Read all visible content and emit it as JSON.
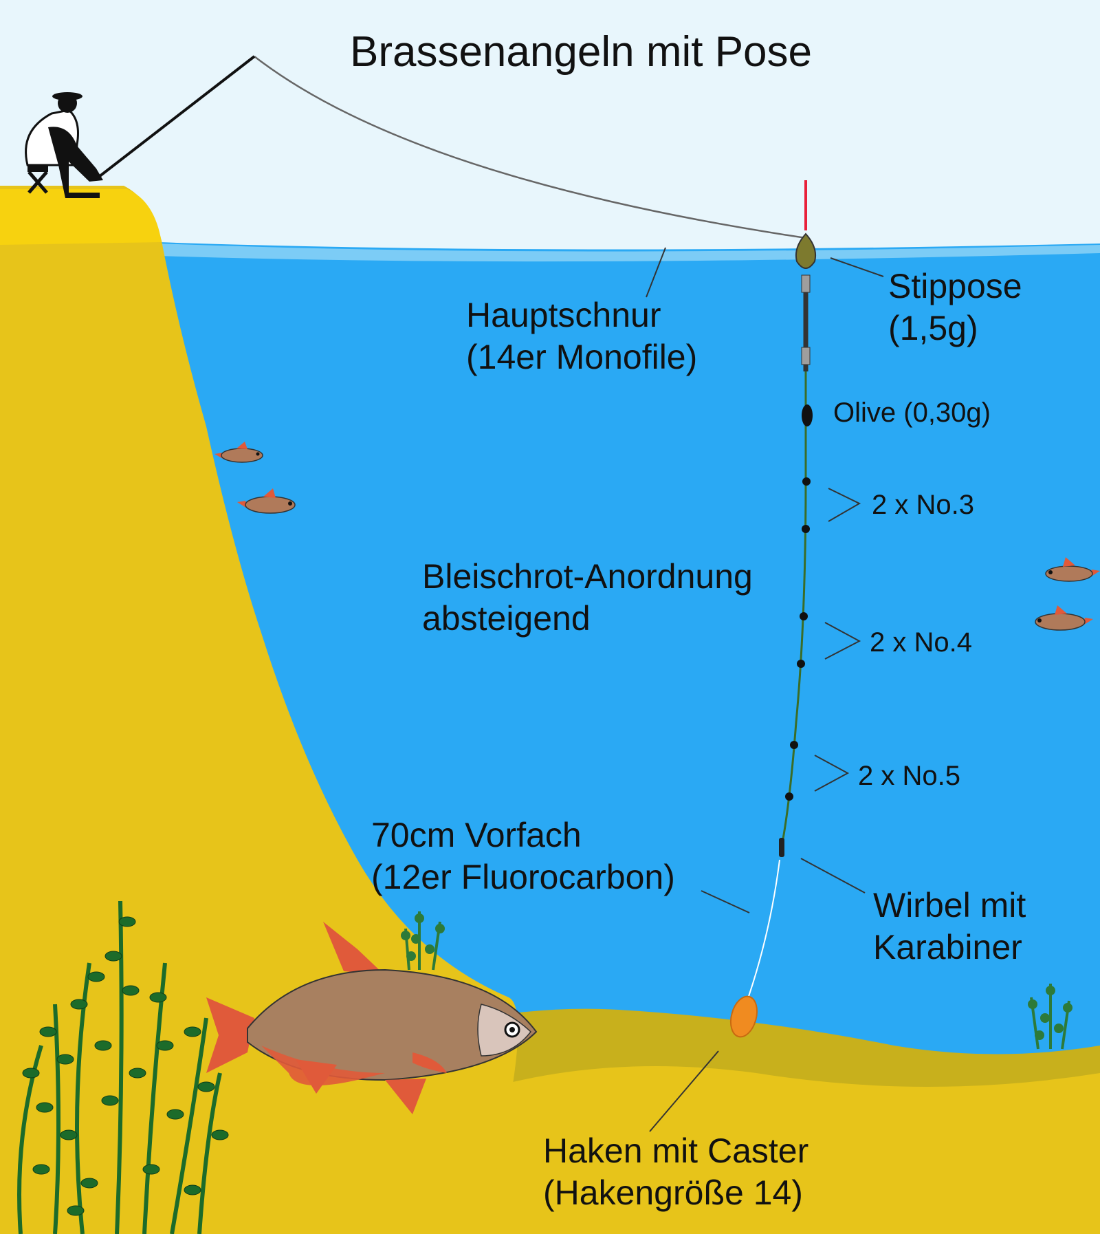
{
  "title": "Brassenangeln mit Pose",
  "labels": {
    "hauptschnur": [
      "Hauptschnur",
      "(14er Monofile)"
    ],
    "stippose": [
      "Stippose",
      "(1,5g)"
    ],
    "olive": "Olive (0,30g)",
    "shot_1": "2 x No.3",
    "shot_2": "2 x No.4",
    "shot_3": "2 x No.5",
    "bleischrot": [
      "Bleischrot-Anordnung",
      "absteigend"
    ],
    "vorfach": [
      "70cm Vorfach",
      "(12er Fluorocarbon)"
    ],
    "wirbel": [
      "Wirbel mit",
      "Karabiner"
    ],
    "haken": [
      "Haken mit Caster",
      "(Hakengröße 14)"
    ]
  },
  "colors": {
    "sky": "#e8f6fc",
    "water": "#2aa9f4",
    "sand": "#e7c41a",
    "bank_top": "#f7d20f",
    "bottom_shadow": "#c8b01c",
    "plant": "#1c6b2a",
    "float_tip": "#e8203a"
  }
}
